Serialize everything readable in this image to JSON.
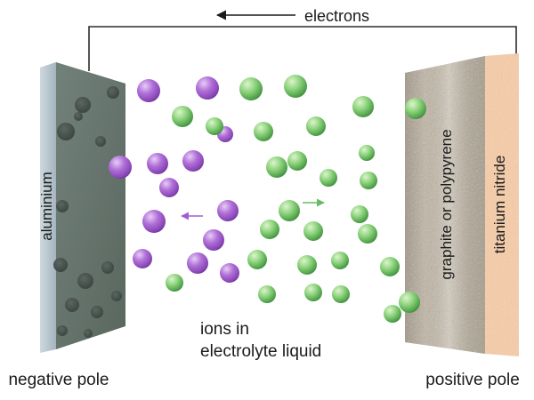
{
  "labels": {
    "electrons": "electrons",
    "aluminium": "aluminium",
    "graphite": "graphite or polypyrene",
    "titanium_nitride": "titanium nitride",
    "negative_pole": "negative pole",
    "positive_pole": "positive pole",
    "ions_line1": "ions in",
    "ions_line2": "electrolyte liquid"
  },
  "colors": {
    "wire": "#2b2b2b",
    "green_ion": "#7cc96f",
    "purple_ion": "#a05fc9",
    "green_text": "#55a34e",
    "purple_arrow": "#9e5fd0",
    "green_arrow": "#66bb66",
    "aluminium_strip": "#b7c5cc",
    "aluminium_face": "#68766e",
    "electrode_pore": "#46514b",
    "graphite_base": "#c6bcab",
    "titanium_strip": "#f6cda9"
  },
  "ions": {
    "green": [
      [
        282,
        100,
        13
      ],
      [
        332,
        97,
        13
      ],
      [
        408,
        120,
        12
      ],
      [
        467,
        122,
        12
      ],
      [
        205,
        131,
        12
      ],
      [
        241,
        142,
        10
      ],
      [
        296,
        148,
        11
      ],
      [
        355,
        142,
        11
      ],
      [
        412,
        172,
        9
      ],
      [
        311,
        188,
        12
      ],
      [
        334,
        181,
        11
      ],
      [
        369,
        200,
        10
      ],
      [
        414,
        203,
        10
      ],
      [
        325,
        237,
        12
      ],
      [
        303,
        258,
        11
      ],
      [
        352,
        260,
        11
      ],
      [
        404,
        241,
        10
      ],
      [
        413,
        263,
        11
      ],
      [
        289,
        292,
        11
      ],
      [
        345,
        298,
        11
      ],
      [
        382,
        293,
        10
      ],
      [
        438,
        300,
        11
      ],
      [
        300,
        331,
        10
      ],
      [
        352,
        329,
        10
      ],
      [
        383,
        331,
        10
      ],
      [
        196,
        318,
        10
      ],
      [
        460,
        340,
        12
      ],
      [
        441,
        353,
        10
      ]
    ],
    "purple": [
      [
        167,
        102,
        13
      ],
      [
        233,
        99,
        13
      ],
      [
        253,
        151,
        9
      ],
      [
        135,
        188,
        13
      ],
      [
        177,
        184,
        12
      ],
      [
        217,
        181,
        12
      ],
      [
        190,
        211,
        11
      ],
      [
        173,
        249,
        13
      ],
      [
        256,
        237,
        12
      ],
      [
        240,
        270,
        12
      ],
      [
        160,
        291,
        11
      ],
      [
        222,
        296,
        12
      ],
      [
        258,
        307,
        11
      ]
    ]
  },
  "electrode_left": {
    "pores": [
      [
        93,
        118,
        9
      ],
      [
        127,
        104,
        7
      ],
      [
        74,
        148,
        10
      ],
      [
        113,
        159,
        6
      ],
      [
        88,
        131,
        5
      ],
      [
        70,
        232,
        7
      ],
      [
        68,
        298,
        8
      ],
      [
        96,
        316,
        9
      ],
      [
        121,
        301,
        7
      ],
      [
        81,
        343,
        8
      ],
      [
        109,
        351,
        7
      ],
      [
        131,
        333,
        6
      ],
      [
        70,
        372,
        6
      ],
      [
        99,
        375,
        5
      ]
    ]
  }
}
